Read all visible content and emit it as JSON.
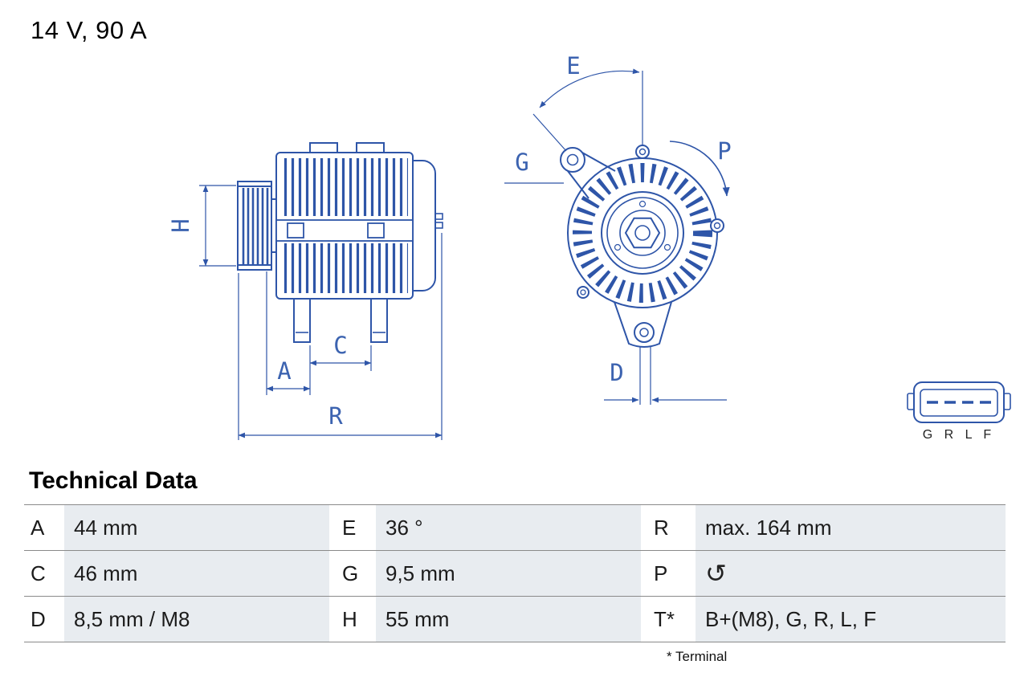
{
  "title": "14 V, 90 A",
  "drawing": {
    "dim_labels": {
      "H": "H",
      "A": "A",
      "C": "C",
      "R": "R",
      "E": "E",
      "G": "G",
      "P": "P",
      "D": "D"
    },
    "connector_label": "G R L F",
    "icons": {
      "rotation": "counterclockwise-rotation-arrow"
    }
  },
  "table": {
    "heading": "Technical Data",
    "rotation_symbol": "↺",
    "rows": [
      {
        "c1k": "A",
        "c1v": "44 mm",
        "c2k": "E",
        "c2v": "36 °",
        "c3k": "R",
        "c3v": "max. 164 mm"
      },
      {
        "c1k": "C",
        "c1v": "46 mm",
        "c2k": "G",
        "c2v": "9,5 mm",
        "c3k": "P",
        "c3v": ""
      },
      {
        "c1k": "D",
        "c1v": "8,5 mm / M8",
        "c2k": "H",
        "c2v": "55 mm",
        "c3k": "T*",
        "c3v": "B+(M8), G, R, L, F"
      }
    ],
    "footnote": "* Terminal"
  },
  "colors": {
    "line": "#2e55a8",
    "dim_label": "#3c63b0",
    "shade": "#e8ecf0"
  }
}
